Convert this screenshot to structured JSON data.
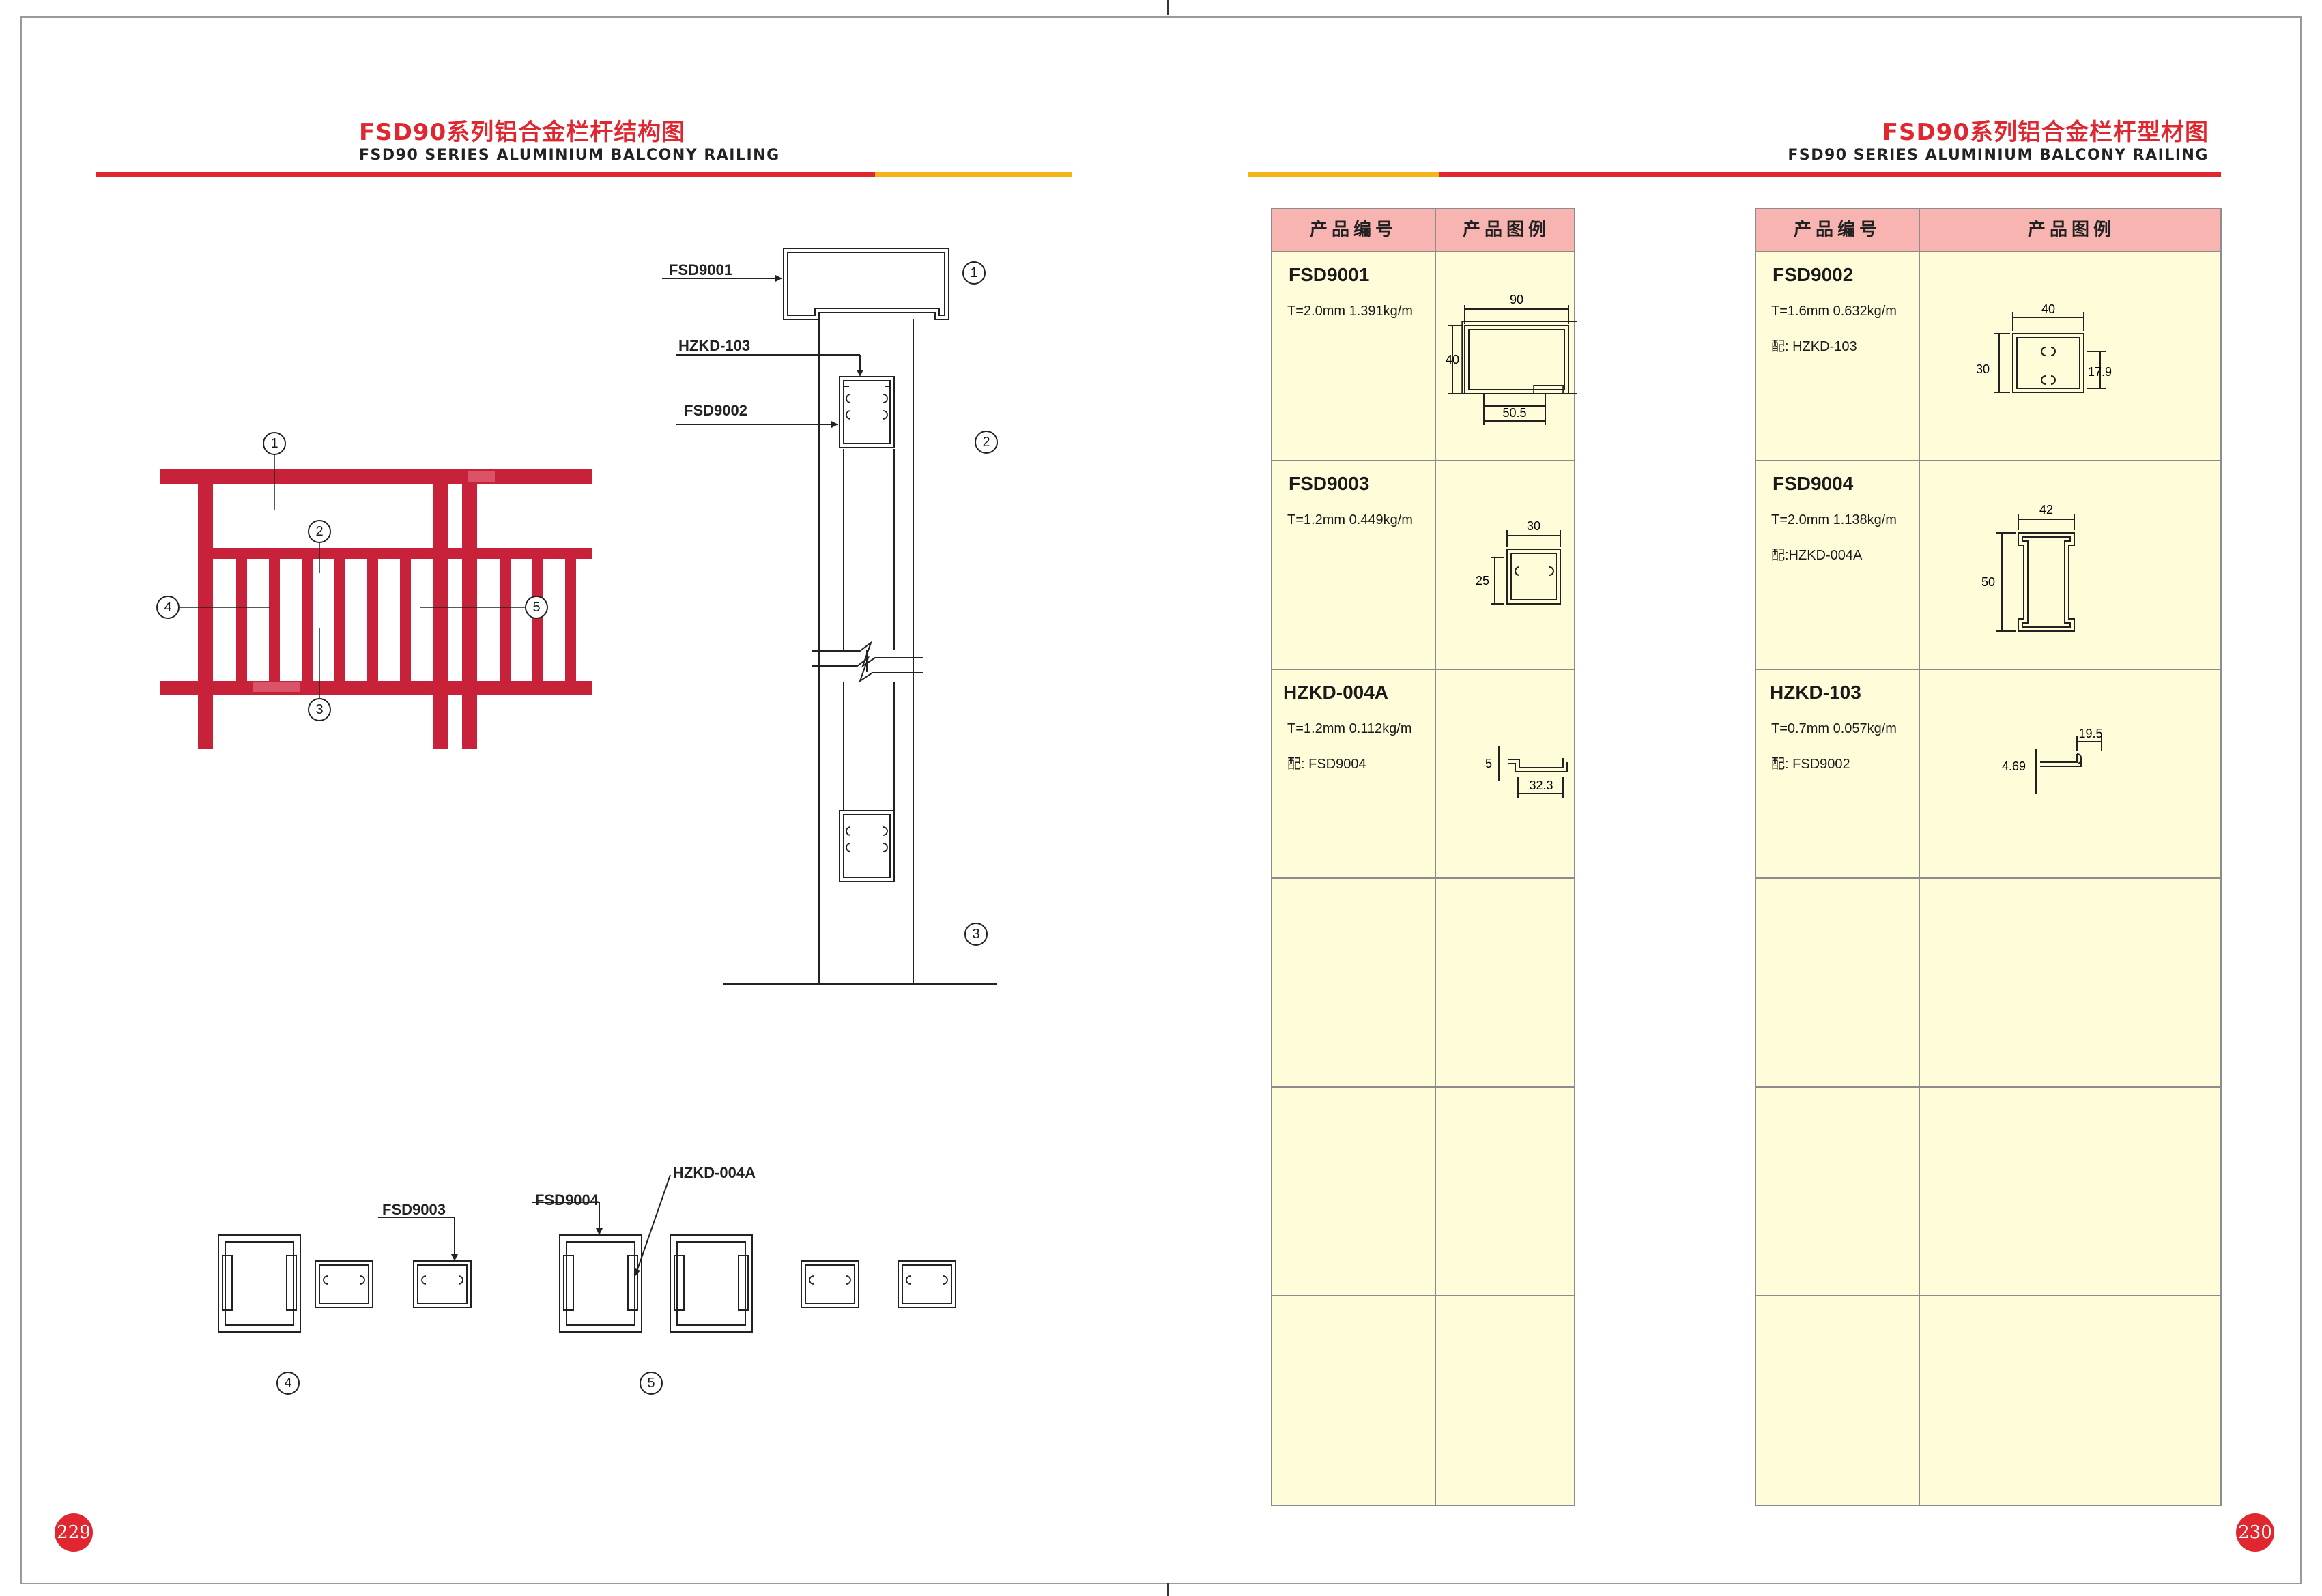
{
  "left_page": {
    "title_cn": "FSD90系列铝合金栏杆结构图",
    "title_en": "FSD90 SERIES ALUMINIUM BALCONY RAILING",
    "page_number": "229",
    "labels": {
      "fsd9001": "FSD9001",
      "hzkd103": "HZKD-103",
      "fsd9002": "FSD9002",
      "fsd9003": "FSD9003",
      "fsd9004": "FSD9004",
      "hzkd004a": "HZKD-004A"
    },
    "markers": [
      "1",
      "2",
      "3",
      "4",
      "5"
    ],
    "colors": {
      "railing": "#c8223a"
    }
  },
  "right_page": {
    "title_cn": "FSD90系列铝合金栏杆型材图",
    "title_en": "FSD90 SERIES ALUMINIUM BALCONY RAILING",
    "page_number": "230",
    "table_headers": {
      "code": "产品编号",
      "figure": "产品图例"
    },
    "tables": [
      {
        "rows": [
          {
            "code": "FSD9001",
            "spec": "T=2.0mm  1.391kg/m",
            "fit": "",
            "dims": [
              "90",
              "40",
              "50.5"
            ]
          },
          {
            "code": "FSD9003",
            "spec": "T=1.2mm  0.449kg/m",
            "fit": "",
            "dims": [
              "30",
              "25"
            ]
          },
          {
            "code": "HZKD-004A",
            "spec": "T=1.2mm  0.112kg/m",
            "fit": "配: FSD9004",
            "dims": [
              "5",
              "32.3"
            ]
          }
        ]
      },
      {
        "rows": [
          {
            "code": "FSD9002",
            "spec": "T=1.6mm  0.632kg/m",
            "fit": "配: HZKD-103",
            "dims": [
              "40",
              "30",
              "17.9"
            ]
          },
          {
            "code": "FSD9004",
            "spec": "T=2.0mm  1.138kg/m",
            "fit": "配:HZKD-004A",
            "dims": [
              "42",
              "50"
            ]
          },
          {
            "code": "HZKD-103",
            "spec": "T=0.7mm  0.057kg/m",
            "fit": "配: FSD9002",
            "dims": [
              "19.5",
              "4.69"
            ]
          }
        ]
      }
    ],
    "colors": {
      "header_bg": "#f7b4b0",
      "cell_bg": "#fefcd9",
      "accent_red": "#e0262e",
      "accent_yellow": "#f4b41a"
    }
  }
}
